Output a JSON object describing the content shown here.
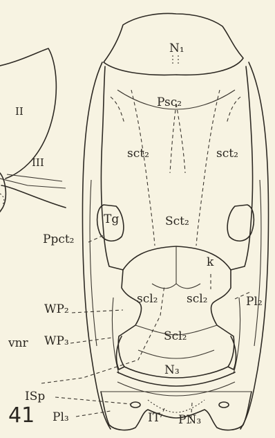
{
  "figure": {
    "number": "41",
    "labels": {
      "N1": "N₁",
      "Psc2": "Psc₂",
      "sct2_left": "sct₂",
      "sct2_right": "sct₂",
      "Sct2": "Sct₂",
      "k": "k",
      "Tg": "Tg",
      "Ppct2": "Ppct₂",
      "WP2": "WP₂",
      "scl2_left": "scl₂",
      "scl2_right": "scl₂",
      "Pl2": "Pl₂",
      "vnr": "vnr",
      "Scl2": "Scl₂",
      "WP3": "WP₃",
      "N3": "N₃",
      "ISp": "ISp",
      "Pl3": "Pl₃",
      "IT": "IT",
      "PN3": "PN₃",
      "II": "II",
      "III": "III"
    }
  }
}
